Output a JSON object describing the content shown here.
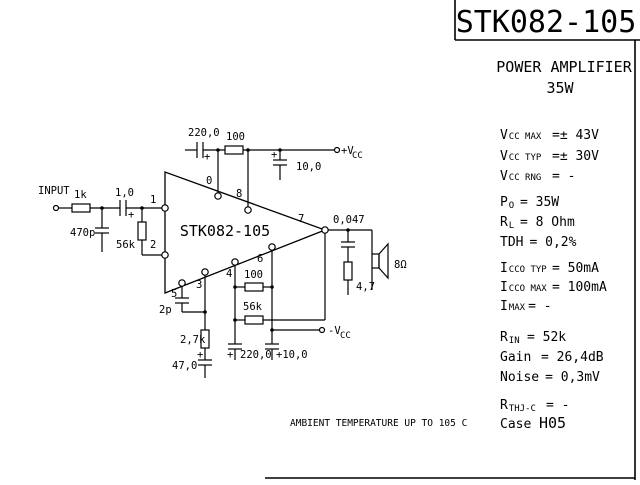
{
  "title": "STK082-105",
  "subtitle": "POWER AMPLIFIER",
  "power": "35W",
  "ic_label": "STK082-105",
  "ambient_note": "AMBIENT TEMPERATURE UP TO 105 C",
  "schematic": {
    "input_label": "INPUT",
    "r_in": "1k",
    "c_in": "1,0",
    "c_in_polarity": "+",
    "c_filter": "470p",
    "r_bias": "56k",
    "c_bootstrap": "220,0",
    "c_bootstrap_polarity": "+",
    "r_top": "100",
    "vcc_pos": "+V",
    "vcc_pos_sub": "CC",
    "c_vcc": "10,0",
    "c_vcc_polarity": "+",
    "c_out": "0,047",
    "r_zobel": "4,7",
    "speaker": "8Ω",
    "c_comp": "2p",
    "r_fb1": "100",
    "r_fb2": "56k",
    "r_gnd": "2,7k",
    "c_gnd": "47,0",
    "c_gnd_polarity": "+",
    "c_neg1": "220,0",
    "c_neg1_polarity": "+",
    "c_neg2": "+10,0",
    "vcc_neg": "-V",
    "vcc_neg_sub": "CC",
    "pins": [
      "1",
      "2",
      "3",
      "4",
      "5",
      "6",
      "7",
      "8",
      "0"
    ]
  },
  "specs": [
    {
      "sym": "V",
      "sub": "CC MAX",
      "val": "=± 43V"
    },
    {
      "sym": "V",
      "sub": "CC TYP",
      "val": "=± 30V"
    },
    {
      "sym": "V",
      "sub": "CC RNG",
      "val": "=  -"
    },
    {
      "sym": "P",
      "sub": "O",
      "val": "= 35W"
    },
    {
      "sym": "R",
      "sub": "L",
      "val": "= 8 Ohm"
    },
    {
      "sym": "TDH",
      "sub": "",
      "val": "= 0,2%"
    },
    {
      "sym": "I",
      "sub": "CCO TYP",
      "val": "= 50mA"
    },
    {
      "sym": "I",
      "sub": "CCO MAX",
      "val": "= 100mA"
    },
    {
      "sym": "I",
      "sub": "MAX",
      "val": "=  -"
    },
    {
      "sym": "R",
      "sub": "IN",
      "val": "= 52k"
    },
    {
      "sym": "Gain",
      "sub": "",
      "val": "= 26,4dB"
    },
    {
      "sym": "Noise",
      "sub": "",
      "val": "= 0,3mV"
    },
    {
      "sym": "R",
      "sub": "THJ-C",
      "val": "= -"
    },
    {
      "sym": "Case",
      "sub": "",
      "val": "H05"
    }
  ]
}
